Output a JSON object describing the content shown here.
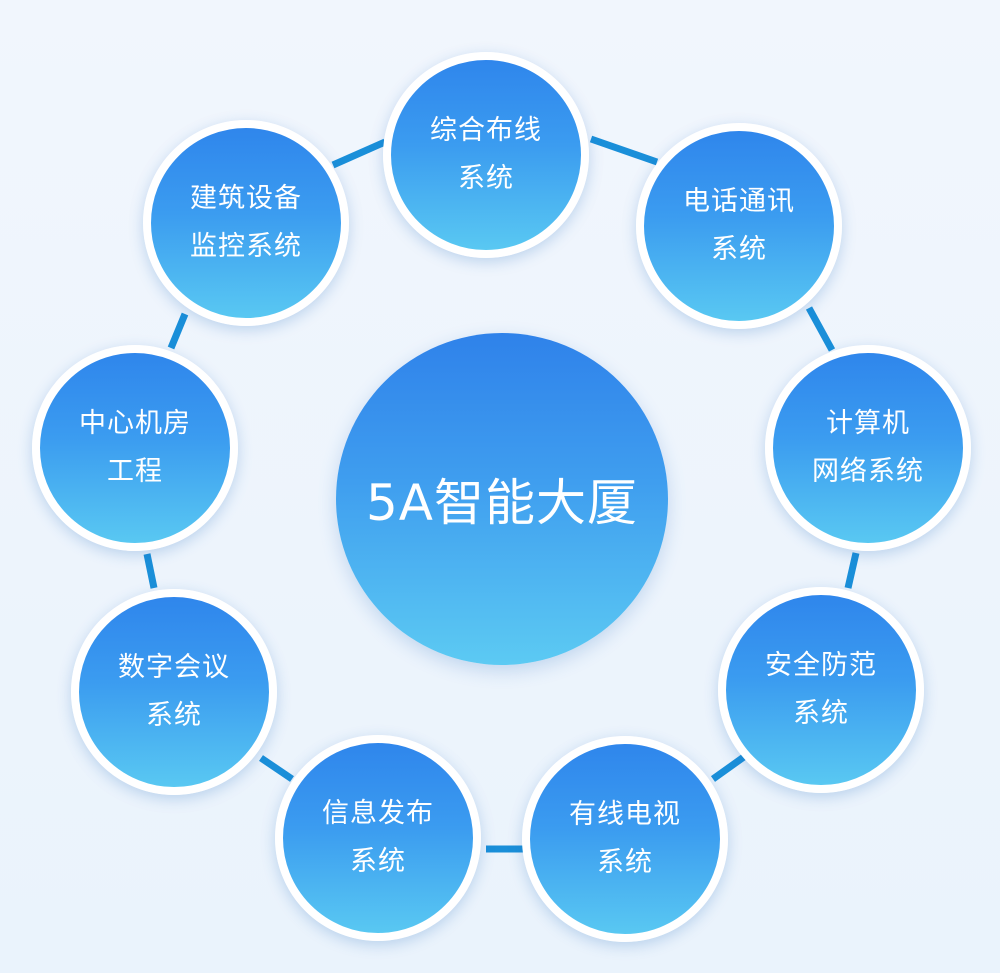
{
  "hub": {
    "label": "5A智能大厦"
  },
  "nodes": [
    {
      "lines": [
        "综合布线",
        "系统"
      ]
    },
    {
      "lines": [
        "电话通讯",
        "系统"
      ]
    },
    {
      "lines": [
        "计算机",
        "网络系统"
      ]
    },
    {
      "lines": [
        "安全防范",
        "系统"
      ]
    },
    {
      "lines": [
        "有线电视",
        "系统"
      ]
    },
    {
      "lines": [
        "信息发布",
        "系统"
      ]
    },
    {
      "lines": [
        "数字会议",
        "系统"
      ]
    },
    {
      "lines": [
        "中心机房",
        "工程"
      ]
    },
    {
      "lines": [
        "建筑设备",
        "监控系统"
      ]
    }
  ],
  "colors": {
    "connector": "#1a8fd9",
    "node_top": "#2f86ec",
    "node_bottom": "#59c8f2",
    "ring": "#ffffff",
    "text": "#ffffff"
  }
}
